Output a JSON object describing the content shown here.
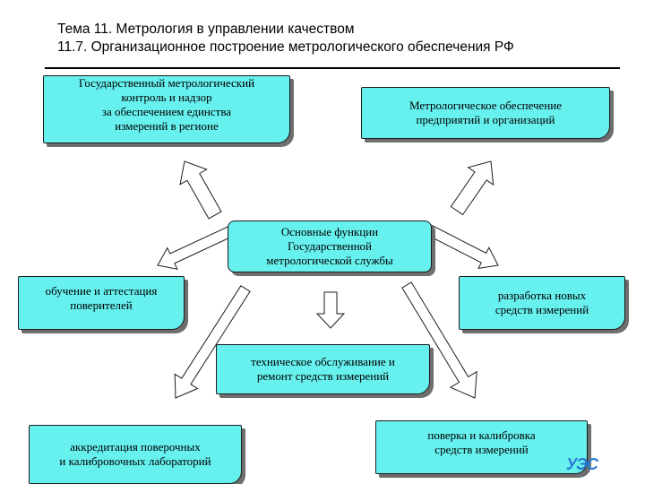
{
  "header": {
    "title_line1": "Тема 11. Метрология в управлении качеством",
    "title_line2": "11.7. Организационное построение метрологического обеспечения РФ"
  },
  "boxes": {
    "state_control": [
      "Государственный метрологический",
      "контроль и надзор",
      "за обеспечением единства",
      "измерений в регионе"
    ],
    "enterprise": [
      "Метрологическое обеспечение",
      "предприятий и организаций"
    ],
    "main": [
      "Основные функции",
      "Государственной",
      "метрологической службы"
    ],
    "training": [
      "обучение и аттестация",
      "поверителей"
    ],
    "dev": [
      "разработка новых",
      "средств измерений"
    ],
    "maint": [
      "техническое обслуживание и",
      "ремонт средств измерений"
    ],
    "accred": [
      "аккредитация поверочных",
      "и калибровочных лабораторий"
    ],
    "verify": [
      "поверка и калибровка",
      "средств измерений"
    ]
  },
  "logo_text": "УЭС",
  "colors": {
    "box_fill": "#66f0ee",
    "arrow_fill": "#ffffff",
    "border": "#1c1c1c",
    "shadow": "#6e6e6e"
  }
}
